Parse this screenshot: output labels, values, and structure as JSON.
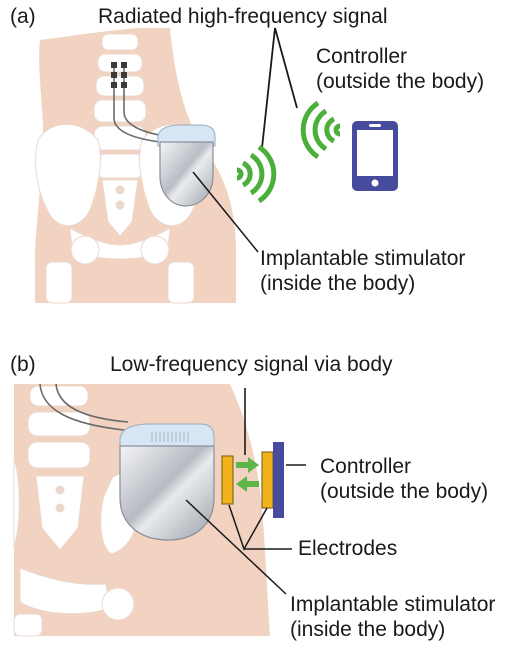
{
  "panel_a": {
    "tag": "(a)",
    "signal_label": "Radiated high-frequency signal",
    "controller_label": [
      "Controller",
      "(outside the body)"
    ],
    "stimulator_label": [
      "Implantable stimulator",
      "(inside the body)"
    ],
    "colors": {
      "skin": "#f2d3c1",
      "bone": "#ffffff",
      "wave": "#4caf3c",
      "phone": "#474b9e",
      "device": "#c9ccd2"
    }
  },
  "panel_b": {
    "tag": "(b)",
    "signal_label": "Low-frequency signal via body",
    "controller_label": [
      "Controller",
      "(outside the body)"
    ],
    "electrodes_label": "Electrodes",
    "stimulator_label": [
      "Implantable stimulator",
      "(inside the body)"
    ],
    "colors": {
      "skin": "#f2d3c1",
      "electrode": "#f2b21b",
      "controller": "#474b9e",
      "arrow": "#5cb547"
    }
  }
}
